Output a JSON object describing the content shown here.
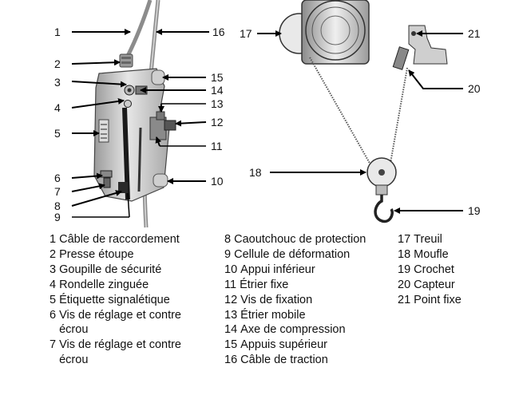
{
  "callouts": [
    "1",
    "2",
    "3",
    "4",
    "5",
    "6",
    "7",
    "8",
    "9",
    "10",
    "11",
    "12",
    "13",
    "14",
    "15",
    "16",
    "17",
    "18",
    "19",
    "20",
    "21"
  ],
  "legend": {
    "col1": [
      {
        "num": "1",
        "label": "Câble de raccordement"
      },
      {
        "num": "2",
        "label": "Presse étoupe"
      },
      {
        "num": "3",
        "label": "Goupille de sécurité"
      },
      {
        "num": "4",
        "label": "Rondelle zinguée"
      },
      {
        "num": "5",
        "label": "Étiquette signalétique"
      },
      {
        "num": "6",
        "label": "Vis de réglage et contre écrou"
      },
      {
        "num": "7",
        "label": "Vis de réglage et contre écrou"
      }
    ],
    "col2": [
      {
        "num": "8",
        "label": "Caoutchouc de protection"
      },
      {
        "num": "9",
        "label": "Cellule de déformation"
      },
      {
        "num": "10",
        "label": "Appui inférieur"
      },
      {
        "num": "11",
        "label": "Étrier fixe"
      },
      {
        "num": "12",
        "label": "Vis de fixation"
      },
      {
        "num": "13",
        "label": "Étrier mobile"
      },
      {
        "num": "14",
        "label": "Axe de compression"
      },
      {
        "num": "15",
        "label": "Appuis supérieur"
      },
      {
        "num": "16",
        "label": "Câble de traction"
      }
    ],
    "col3": [
      {
        "num": "17",
        "label": "Treuil"
      },
      {
        "num": "18",
        "label": "Moufle"
      },
      {
        "num": "19",
        "label": "Crochet"
      },
      {
        "num": "20",
        "label": "Capteur"
      },
      {
        "num": "21",
        "label": "Point fixe"
      }
    ]
  }
}
